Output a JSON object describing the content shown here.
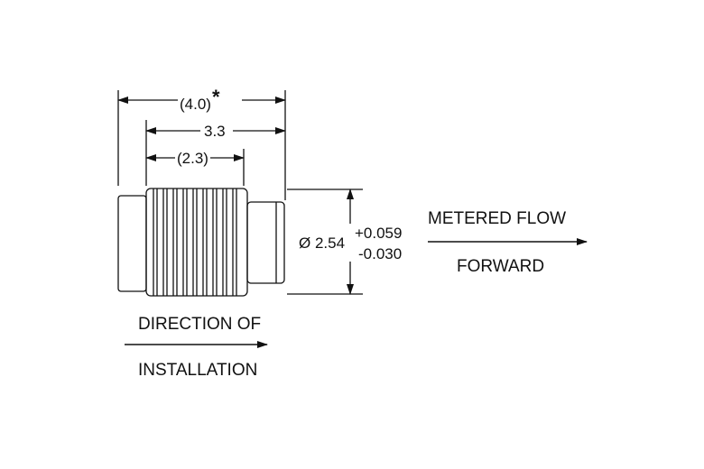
{
  "dimensions": {
    "overall_length": "(4.0)",
    "overall_length_mark": "*",
    "body_length": "3.3",
    "thread_length": "(2.3)",
    "diameter_symbol": "Ø",
    "diameter_value": "2.54",
    "tolerance_plus": "+0.059",
    "tolerance_minus": "-0.030"
  },
  "flow_note": {
    "top": "METERED FLOW",
    "bottom": "FORWARD"
  },
  "installation_note": {
    "top": "DIRECTION OF",
    "bottom": "INSTALLATION"
  },
  "colors": {
    "line": "#111111",
    "background": "#ffffff"
  }
}
